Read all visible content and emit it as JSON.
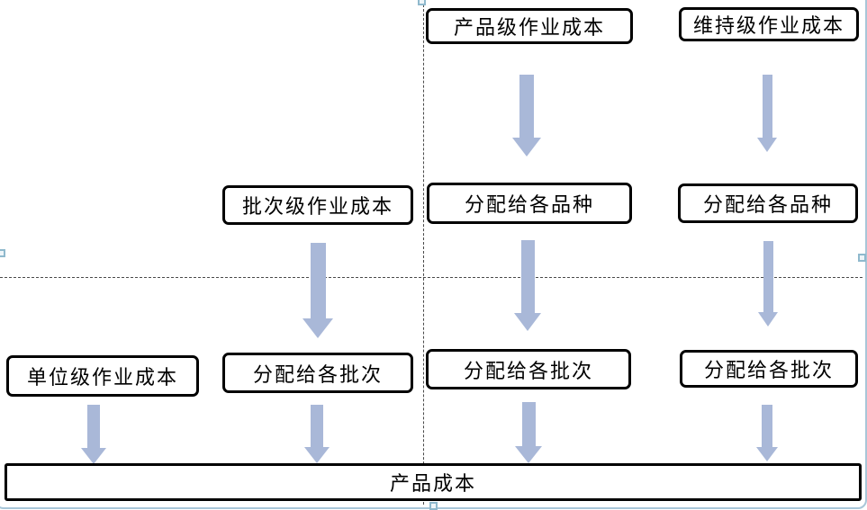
{
  "page": {
    "background": "#ffffff"
  },
  "canvas": {
    "frame_color": "#a8c6d8",
    "handle_names": [
      "top-center-handle",
      "left-middle-handle",
      "right-middle-handle",
      "bottom-center-handle"
    ]
  },
  "diagram": {
    "type": "flowchart",
    "arrow_color": "#a9b8d8",
    "box_border_color": "#000000",
    "guide_color": "#4a4a4a",
    "boxes": [
      {
        "id": "product-level-activity-cost",
        "label": "产品级作业成本"
      },
      {
        "id": "sustaining-level-activity-cost",
        "label": "维持级作业成本"
      },
      {
        "id": "batch-level-activity-cost",
        "label": "批次级作业成本"
      },
      {
        "id": "allocate-to-varieties-middle",
        "label": "分配给各品种"
      },
      {
        "id": "allocate-to-varieties-right",
        "label": "分配给各品种"
      },
      {
        "id": "unit-level-activity-cost",
        "label": "单位级作业成本"
      },
      {
        "id": "allocate-to-batches-left",
        "label": "分配给各批次"
      },
      {
        "id": "allocate-to-batches-middle",
        "label": "分配给各批次"
      },
      {
        "id": "allocate-to-batches-right",
        "label": "分配给各批次"
      },
      {
        "id": "product-cost",
        "label": "产品成本"
      }
    ],
    "arrows": [
      {
        "from": "产品级作业成本",
        "to": "分配给各品种"
      },
      {
        "from": "维持级作业成本",
        "to": "分配给各品种"
      },
      {
        "from": "批次级作业成本",
        "to": "分配给各批次"
      },
      {
        "from": "分配给各品种",
        "to": "分配给各批次"
      },
      {
        "from": "分配给各品种",
        "to": "分配给各批次"
      },
      {
        "from": "单位级作业成本",
        "to": "产品成本"
      },
      {
        "from": "分配给各批次",
        "to": "产品成本"
      },
      {
        "from": "分配给各批次",
        "to": "产品成本"
      },
      {
        "from": "分配给各批次",
        "to": "产品成本"
      }
    ]
  }
}
